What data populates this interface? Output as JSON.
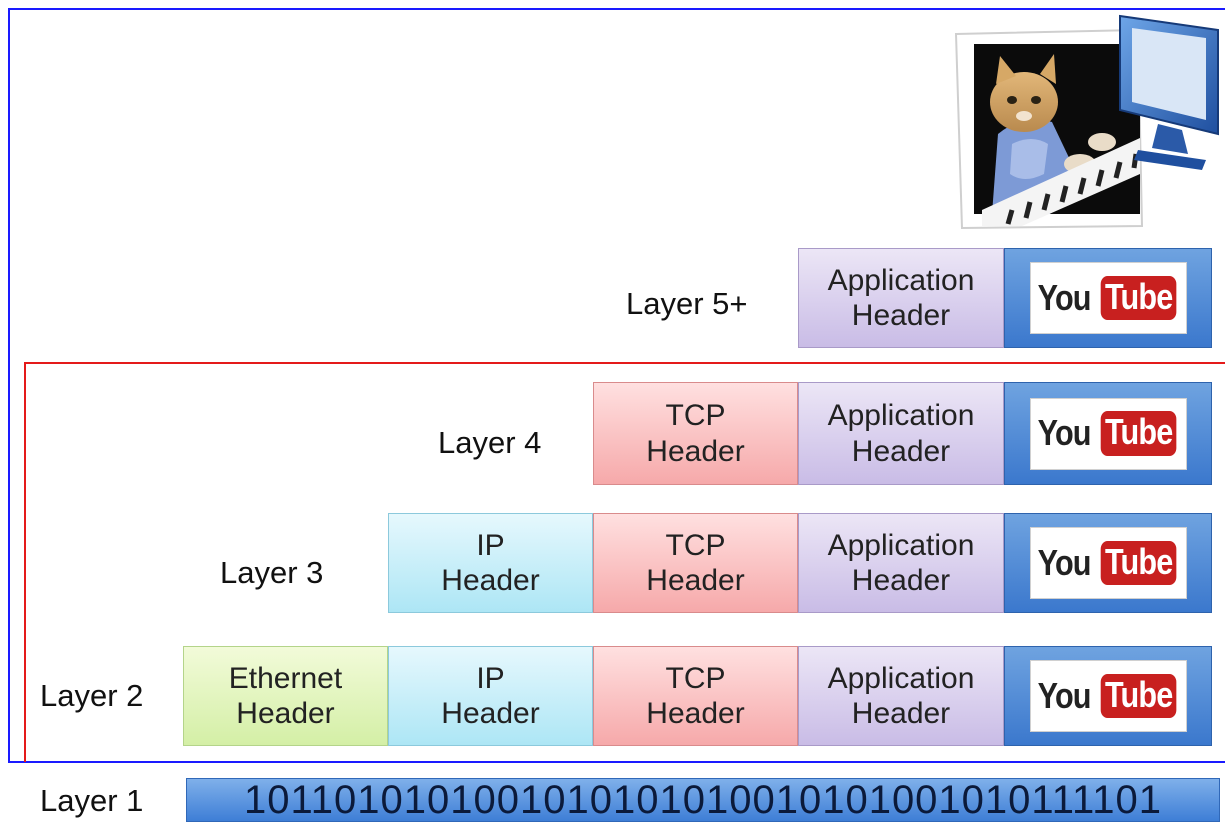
{
  "layers": {
    "l5": {
      "label": "Layer 5+"
    },
    "l4": {
      "label": "Layer 4"
    },
    "l3": {
      "label": "Layer 3"
    },
    "l2": {
      "label": "Layer 2"
    },
    "l1": {
      "label": "Layer 1",
      "bits": "1011010101001010101010010101001010111101"
    }
  },
  "headers": {
    "ethernet": [
      "Ethernet",
      "Header"
    ],
    "ip": [
      "IP",
      "Header"
    ],
    "tcp": [
      "TCP",
      "Header"
    ],
    "application": [
      "Application",
      "Header"
    ]
  },
  "logo": {
    "you": "You",
    "tube": "Tube"
  },
  "colors": {
    "outer_frame": "#1a1aff",
    "inner_frame": "#e41a1a",
    "ethernet": "#d4efa6",
    "ip": "#ade6f5",
    "tcp": "#f6a9aa",
    "application": "#c9bce6",
    "payload": "#3b78cd"
  }
}
